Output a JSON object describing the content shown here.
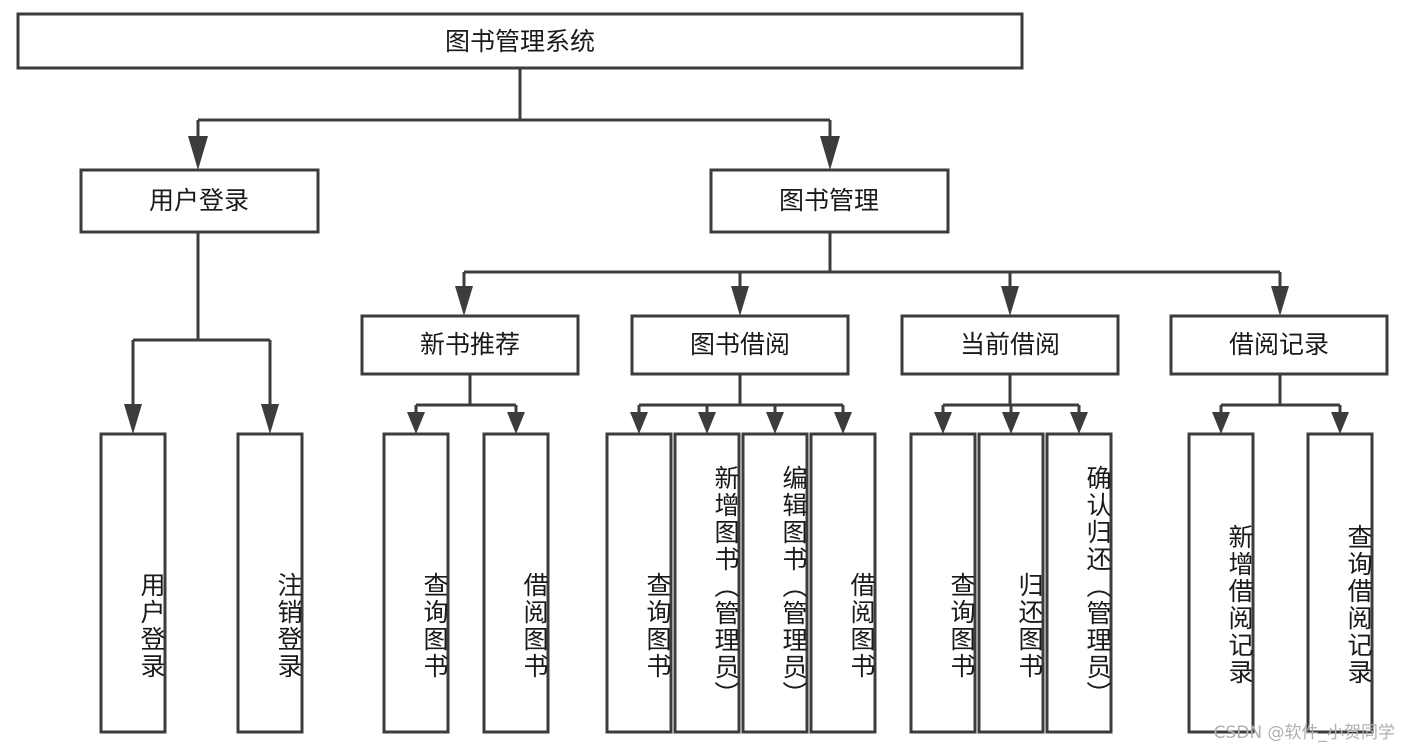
{
  "diagram": {
    "title": "图书管理系统",
    "watermark": "CSDN @软件_小贺同学",
    "colors": {
      "stroke": "#3c3c3c",
      "fill": "#ffffff",
      "text": "#1a1a1a",
      "watermark": "#b0b0b0"
    },
    "root": {
      "label": "图书管理系统"
    },
    "level2": [
      {
        "label": "用户登录"
      },
      {
        "label": "图书管理"
      }
    ],
    "level3": [
      {
        "label": "新书推荐"
      },
      {
        "label": "图书借阅"
      },
      {
        "label": "当前借阅"
      },
      {
        "label": "借阅记录"
      }
    ],
    "leaves": {
      "user_login": [
        {
          "label": "用户登录"
        },
        {
          "label": "注销登录"
        }
      ],
      "new_book": [
        {
          "label": "查询图书"
        },
        {
          "label": "借阅图书"
        }
      ],
      "book_borrow": [
        {
          "label": "查询图书"
        },
        {
          "label": "新增图书（管理员）"
        },
        {
          "label": "编辑图书（管理员）"
        },
        {
          "label": "借阅图书"
        }
      ],
      "current_borrow": [
        {
          "label": "查询图书"
        },
        {
          "label": "归还图书"
        },
        {
          "label": "确认归还（管理员）"
        }
      ],
      "borrow_record": [
        {
          "label": "新增借阅记录"
        },
        {
          "label": "查询借阅记录"
        }
      ]
    }
  }
}
